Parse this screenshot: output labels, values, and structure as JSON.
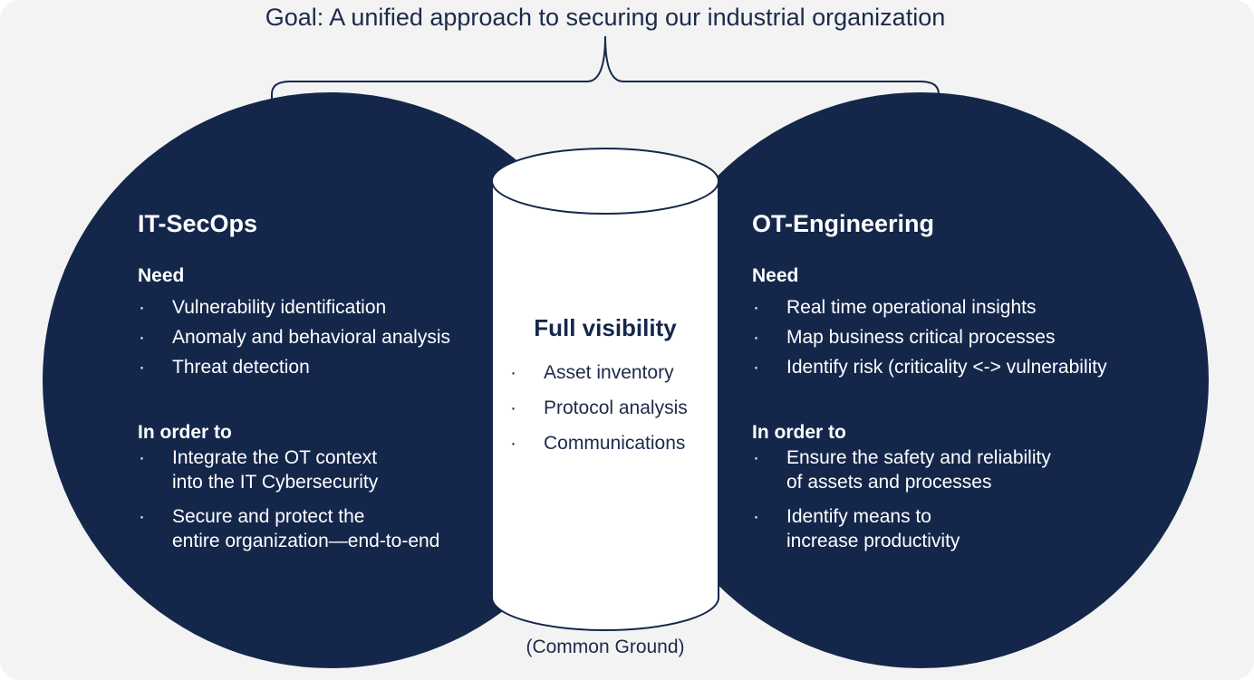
{
  "goal": "Goal: A unified approach to securing our industrial organization",
  "colors": {
    "navy": "#14274b",
    "background": "#f3f3f3",
    "cylinder": "#ffffff"
  },
  "left": {
    "title": "IT-SecOps",
    "need_label": "Need",
    "need_items": [
      "Vulnerability identification",
      "Anomaly and behavioral analysis",
      "Threat detection"
    ],
    "order_label": "In order to",
    "order_items": [
      "Integrate the OT context\ninto the IT Cybersecurity",
      "Secure and protect the\nentire organization—end-to-end"
    ]
  },
  "center": {
    "title": "Full visibility",
    "items": [
      "Asset inventory",
      "Protocol analysis",
      "Communications"
    ],
    "caption": "(Common Ground)"
  },
  "right": {
    "title": "OT-Engineering",
    "need_label": "Need",
    "need_items": [
      "Real time operational insights",
      "Map business critical processes",
      "Identify risk (criticality <-> vulnerability"
    ],
    "order_label": "In order to",
    "order_items": [
      "Ensure the safety and reliability\nof assets and processes",
      "Identify means to\nincrease productivity"
    ]
  },
  "bullet": "·"
}
